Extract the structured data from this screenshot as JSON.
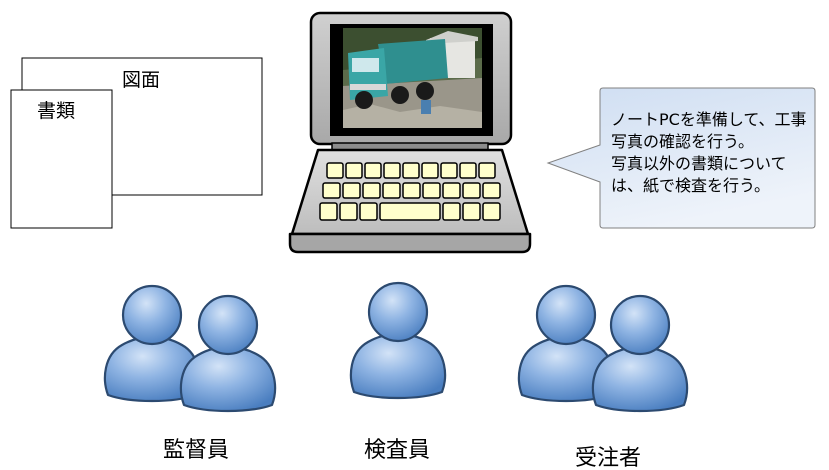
{
  "documents": {
    "back_label": "図面",
    "front_label": "書類"
  },
  "laptop": {
    "icon": "laptop-icon",
    "screen_image": "dump-truck-photo"
  },
  "callout": {
    "lines": [
      "ノートPCを準備して、工事",
      "写真の確認を行う。",
      "写真以外の書類について",
      "は、紙で検査を行う。"
    ]
  },
  "people_groups": [
    {
      "label": "監督員",
      "people_count": 2,
      "icon": "person-icon"
    },
    {
      "label": "検査員",
      "people_count": 1,
      "icon": "person-icon"
    },
    {
      "label": "受注者",
      "people_count": 2,
      "icon": "person-icon"
    }
  ],
  "colors": {
    "person_fill": "#4f81bd",
    "person_outline": "#2c4a70",
    "key_fill": "#ffffcc",
    "callout_fill": "#dbe5f1",
    "document_fill": "#ffffff",
    "laptop_frame": "#c0c0c0"
  }
}
